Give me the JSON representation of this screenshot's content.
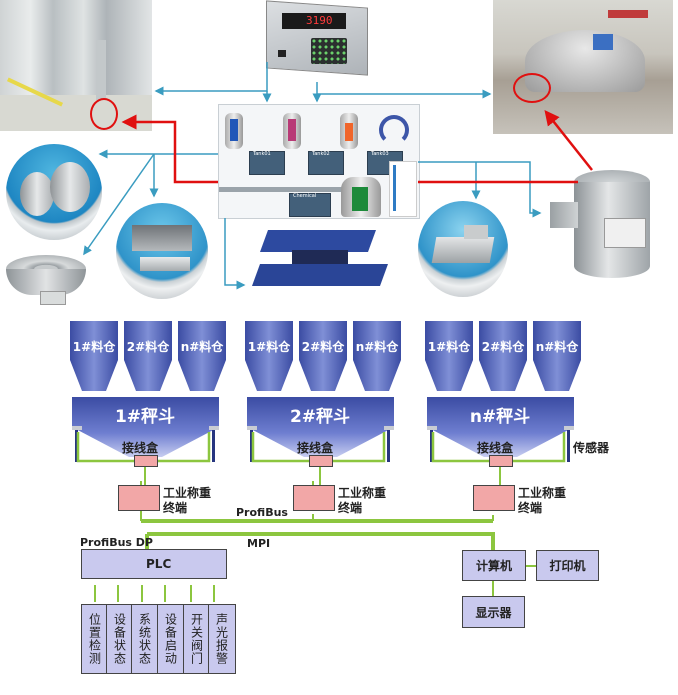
{
  "colors": {
    "connector_blue": "#3a9cc0",
    "highlight_red": "#e01010",
    "bus_green": "#8cc63f",
    "hopper_blue": "#3f4fa8",
    "terminal_pink": "#f2a7a7",
    "box_lavender": "#c9c9ee"
  },
  "top_section": {
    "indicator": {
      "name": "weighing-indicator",
      "display_value": "3190"
    },
    "photos": [
      "tank-installation-photo",
      "reactor-installation-photo"
    ],
    "load_cells": [
      "s-beam-load-cell",
      "pancake-load-cell",
      "beam-load-cell-module",
      "weigh-module",
      "compact-module",
      "column-load-cell"
    ],
    "scada": {
      "tank_labels": [
        "Tank01",
        "Tank02",
        "Tank03"
      ],
      "mixer_label": "Chemical"
    }
  },
  "diagram": {
    "groups": [
      {
        "bins": [
          "1#料仓",
          "2#料仓",
          "n#料仓"
        ],
        "hopper": "1#秤斗",
        "junction_box": "接线盒",
        "terminal": [
          "工业称重",
          "终端"
        ]
      },
      {
        "bins": [
          "1#料仓",
          "2#料仓",
          "n#料仓"
        ],
        "hopper": "2#秤斗",
        "junction_box": "接线盒",
        "terminal": [
          "工业称重",
          "终端"
        ]
      },
      {
        "bins": [
          "1#料仓",
          "2#料仓",
          "n#料仓"
        ],
        "hopper": "n#秤斗",
        "junction_box": "接线盒",
        "terminal": [
          "工业称重",
          "终端"
        ]
      }
    ],
    "sensor_label": "传感器",
    "bus_profibus": "ProfiBus",
    "bus_profibus_dp": "ProfiBus DP",
    "bus_mpi": "MPI",
    "plc": "PLC",
    "plc_outputs": [
      "位置检测",
      "设备状态",
      "系统状态",
      "设备启动",
      "开关阀门",
      "声光报警"
    ],
    "computer": "计算机",
    "printer": "打印机",
    "display": "显示器"
  }
}
